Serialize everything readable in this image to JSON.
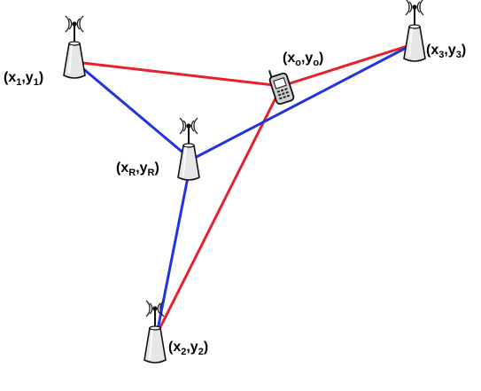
{
  "colors": {
    "red_link": "#e8202a",
    "blue_link": "#2233e0",
    "tower_fill": "#e6e6e6",
    "outline": "#111111"
  },
  "nodes": {
    "tower1": {
      "label_base": "(x",
      "label_mid": ",y",
      "sub": "1",
      "label_end": ")"
    },
    "tower2": {
      "label_base": "(x",
      "label_mid": ",y",
      "sub": "2",
      "label_end": ")"
    },
    "tower3": {
      "label_base": "(x",
      "label_mid": ",y",
      "sub": "3",
      "label_end": ")"
    },
    "reference": {
      "label_base": "(x",
      "label_mid": ",y",
      "sub": "R",
      "label_end": ")"
    },
    "phone": {
      "label_base": "(x",
      "label_mid": ",y",
      "sub": "o",
      "label_end": ")"
    }
  },
  "icons": {
    "tower": "radio-tower-icon",
    "phone": "mobile-phone-icon"
  }
}
